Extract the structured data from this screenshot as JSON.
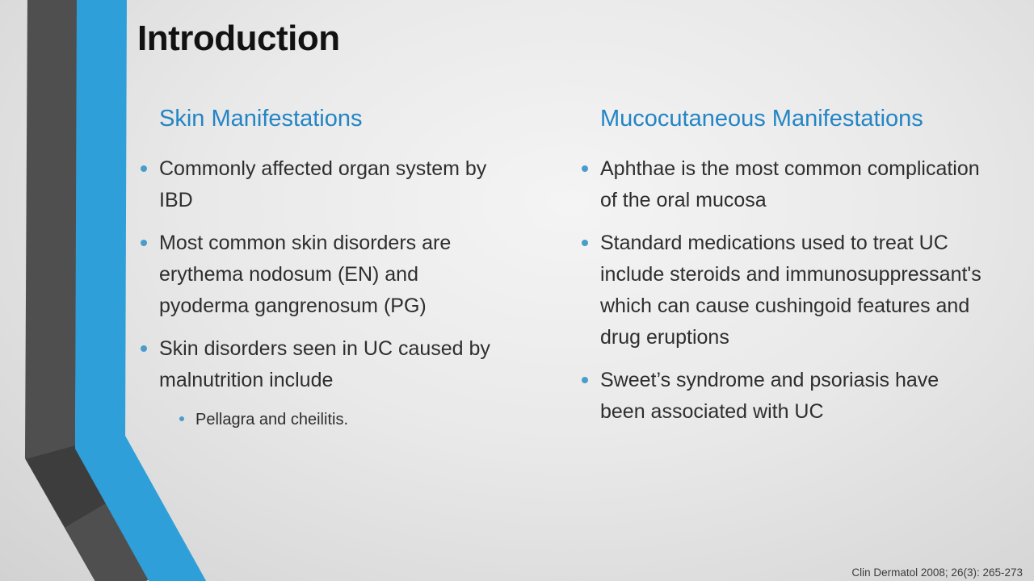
{
  "slide": {
    "title": "Introduction",
    "footer": "Clin Dermatol 2008; 26(3): 265-273",
    "columns": [
      {
        "heading": "Skin Manifestations",
        "bullets": [
          {
            "level": 1,
            "text": "Commonly affected organ system by IBD"
          },
          {
            "level": 1,
            "text": "Most common skin disorders are erythema nodosum (EN) and pyoderma gangrenosum (PG)"
          },
          {
            "level": 1,
            "text": "Skin disorders seen in UC caused by malnutrition include"
          },
          {
            "level": 2,
            "text": "Pellagra and cheilitis."
          }
        ]
      },
      {
        "heading": "Mucocutaneous Manifestations",
        "bullets": [
          {
            "level": 1,
            "text": "Aphthae is the most common complication of the oral mucosa"
          },
          {
            "level": 1,
            "text": "Standard medications used to treat UC include steroids and immunosuppressant's which can cause cushingoid features and drug eruptions"
          },
          {
            "level": 1,
            "text": "Sweet’s syndrome and psoriasis have been associated with UC"
          }
        ]
      }
    ],
    "colors": {
      "accent_blue": "#2E9FD9",
      "band_dark": "#4F4F4F",
      "heading_blue": "#2385C5",
      "body_text": "#2E2E2E",
      "bullet_blue": "#4A9CCB"
    }
  }
}
